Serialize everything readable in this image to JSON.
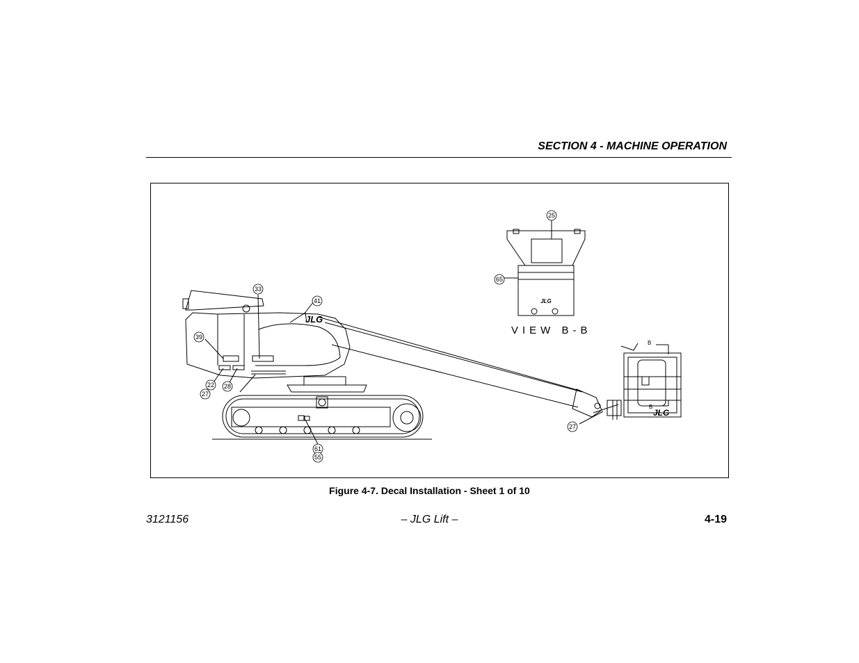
{
  "header": {
    "section_title": "SECTION 4 - MACHINE OPERATION"
  },
  "figure": {
    "caption": "Figure 4-7. Decal Installation - Sheet 1 of 10",
    "view_label": "VIEW B-B",
    "section_marker": "B",
    "brand_text": "JLG",
    "callouts": [
      "25",
      "65",
      "33",
      "41",
      "39",
      "22",
      "27",
      "28",
      "61",
      "55",
      "27"
    ]
  },
  "footer": {
    "doc_number": "3121156",
    "center": "– JLG Lift –",
    "page": "4-19"
  }
}
